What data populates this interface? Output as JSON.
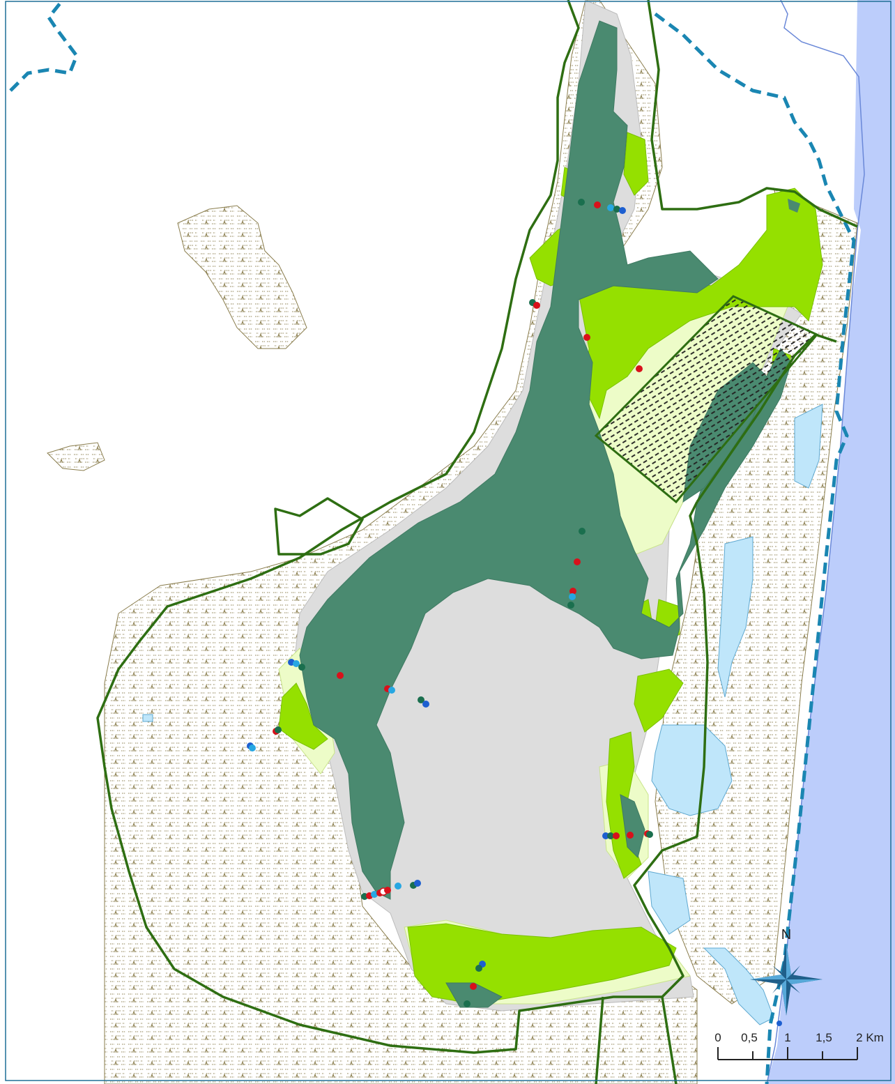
{
  "map": {
    "north_label": "N",
    "scale_bar": {
      "unit": "Km",
      "ticks": [
        "0",
        "0,5",
        "1",
        "1,5",
        "2 Km"
      ]
    },
    "colors": {
      "sea": "#bccdfb",
      "frame": "#1f6f95",
      "boundary": "#2e6e12",
      "boundary_dashed": "#1a86b2",
      "dense_vegetation": "#4a8a70",
      "bright_vegetation": "#95e000",
      "pale_vegetation": "#edfcc8",
      "bare_ground": "#dddddd",
      "water": "#bfe6fa",
      "urban_outline": "#8a7d4d",
      "point_red": "#d8111b",
      "point_dark_green": "#1a6f4e",
      "point_blue": "#1d5fd0",
      "point_light_blue": "#27a7e2"
    },
    "icons": [
      "compass-rose-icon"
    ]
  }
}
